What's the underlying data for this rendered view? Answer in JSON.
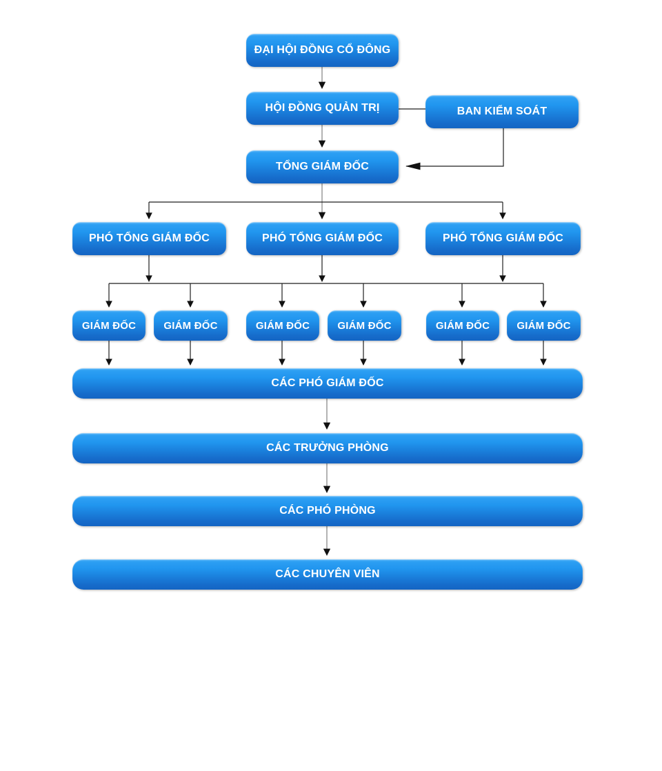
{
  "org_chart": {
    "type": "organization-chart",
    "language": "vi",
    "colors": {
      "box_gradient_top": "#2d9ff3",
      "box_gradient_bottom": "#1465c3",
      "box_text": "#ffffff",
      "connector_line": "#1f1f1f",
      "connector_line_light": "#8a8a8a",
      "background": "#ffffff"
    },
    "nodes": {
      "shareholders_meeting": "ĐẠI HỘI ĐỒNG CỔ ĐÔNG",
      "board_of_management": "HỘI ĐỒNG QUẢN TRỊ",
      "supervisory_board": "BAN KIỂM SOÁT",
      "general_director": "TỔNG GIÁM ĐỐC",
      "deputy_general_directors": [
        "PHÓ TỔNG GIÁM ĐỐC",
        "PHÓ TỔNG GIÁM ĐỐC",
        "PHÓ TỔNG GIÁM ĐỐC"
      ],
      "directors": [
        "GIÁM ĐỐC",
        "GIÁM ĐỐC",
        "GIÁM ĐỐC",
        "GIÁM ĐỐC",
        "GIÁM ĐỐC",
        "GIÁM ĐỐC"
      ],
      "deputy_directors": "CÁC PHÓ GIÁM ĐỐC",
      "department_heads": "CÁC TRƯỞNG PHÒNG",
      "deputy_department_heads": "CÁC PHÓ PHÒNG",
      "specialists": "CÁC CHUYÊN VIÊN"
    },
    "hierarchy_edges": [
      "shareholders_meeting > board_of_management",
      "board_of_management - supervisory_board",
      "board_of_management > general_director",
      "supervisory_board > general_director",
      "general_director > deputy_general_directors",
      "deputy_general_directors > directors",
      "directors > deputy_directors",
      "deputy_directors > department_heads",
      "department_heads > deputy_department_heads",
      "deputy_department_heads > specialists"
    ]
  }
}
